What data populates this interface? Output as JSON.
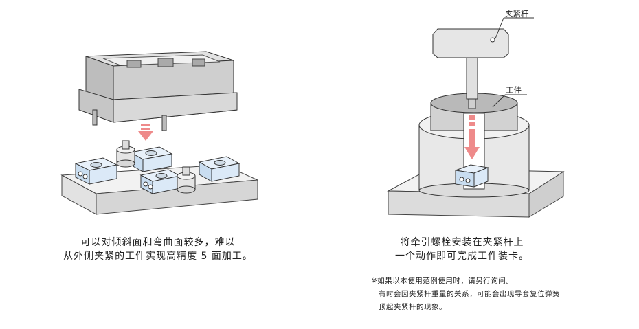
{
  "left": {
    "caption_line1": "可以对倾斜面和弯曲面较多，难以",
    "caption_line2": "从外侧夹紧的工件实现高精度 5 面加工。"
  },
  "right": {
    "label_clamp_rod": "夹紧杆",
    "label_workpiece": "工件",
    "caption_line1": "将牵引螺栓安装在夹紧杆上",
    "caption_line2": "一个动作即可完成工件装卡。",
    "note_line1": "※如果以本使用范例使用时，请另行询问。",
    "note_line2": "有时会因夹紧杆重量的关系，可能会出现导套复位弹簧",
    "note_line3": "顶起夹紧杆的现象。"
  },
  "colors": {
    "arrow": "#ee8a8a",
    "block": "#dbe9f7",
    "base": "#ececec",
    "part": "#d4d4d4"
  }
}
